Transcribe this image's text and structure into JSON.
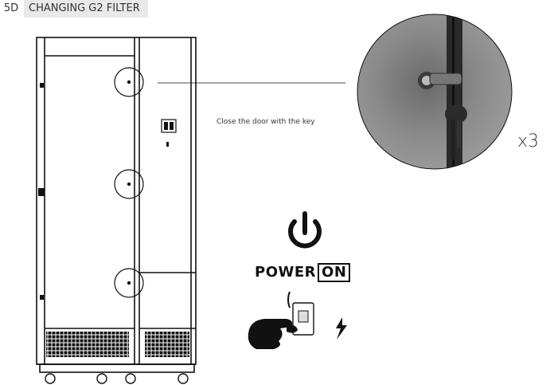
{
  "header": {
    "step": "5D",
    "title": "CHANGING G2 FILTER"
  },
  "instruction": {
    "caption": "Close the door with the key",
    "multiplier": "x3"
  },
  "power": {
    "word": "POWER",
    "state": "ON"
  },
  "icons": [
    "power-symbol-icon",
    "hand-pressing-switch-icon",
    "lightning-bolt-icon",
    "key-in-lock-photo"
  ]
}
